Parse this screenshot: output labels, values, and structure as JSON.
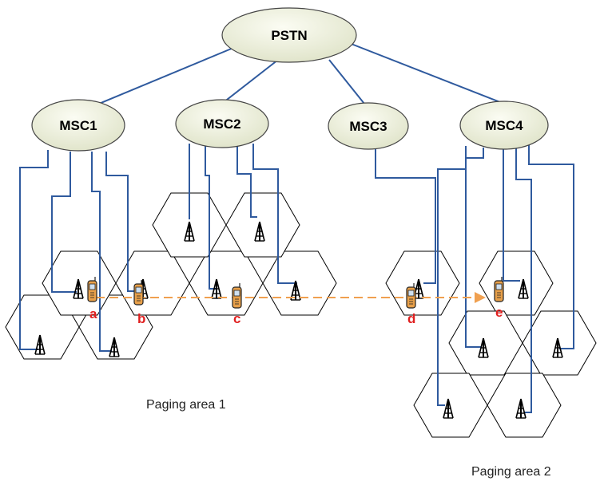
{
  "pstn": {
    "label": "PSTN"
  },
  "mscs": [
    {
      "id": "msc1",
      "label": "MSC1"
    },
    {
      "id": "msc2",
      "label": "MSC2"
    },
    {
      "id": "msc3",
      "label": "MSC3"
    },
    {
      "id": "msc4",
      "label": "MSC4"
    }
  ],
  "paging_areas": [
    {
      "id": "pa1",
      "label": "Paging area 1"
    },
    {
      "id": "pa2",
      "label": "Paging area 2"
    }
  ],
  "mobile_positions": [
    "a",
    "b",
    "c",
    "d",
    "e"
  ],
  "colors": {
    "wire": "#2f5a9e",
    "track": "#f0a050",
    "position_label": "#e02020",
    "ellipse_fill": "#eef0de"
  }
}
